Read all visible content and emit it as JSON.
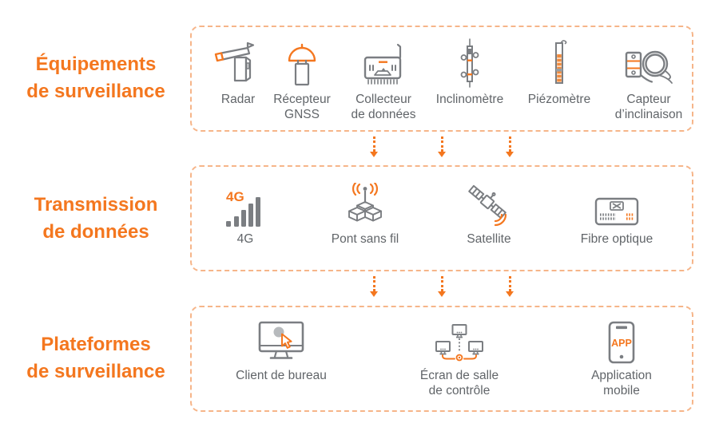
{
  "colors": {
    "accent_orange": "#F4771F",
    "box_dash_border": "#F6B589",
    "icon_gray": "#7B7E82",
    "label_gray": "#616569"
  },
  "sections": [
    {
      "title_line1": "Équipements",
      "title_line2": "de surveillance",
      "items": [
        {
          "icon": "radar-icon",
          "label_lines": [
            "Radar"
          ]
        },
        {
          "icon": "gnss-receiver-icon",
          "label_lines": [
            "Récepteur",
            "GNSS"
          ]
        },
        {
          "icon": "data-collector-icon",
          "label_lines": [
            "Collecteur",
            "de données"
          ]
        },
        {
          "icon": "inclinometer-icon",
          "label_lines": [
            "Inclinomètre"
          ]
        },
        {
          "icon": "piezometer-icon",
          "label_lines": [
            "Piézomètre"
          ]
        },
        {
          "icon": "tilt-sensor-icon",
          "label_lines": [
            "Capteur",
            "d’inclinaison"
          ]
        }
      ]
    },
    {
      "title_line1": "Transmission",
      "title_line2": "de données",
      "items": [
        {
          "icon": "4g-signal-icon",
          "icon_text": "4G",
          "label_lines": [
            "4G"
          ]
        },
        {
          "icon": "wireless-bridge-icon",
          "label_lines": [
            "Pont sans fil"
          ]
        },
        {
          "icon": "satellite-icon",
          "label_lines": [
            "Satellite"
          ]
        },
        {
          "icon": "fiber-optic-icon",
          "label_lines": [
            "Fibre optique"
          ]
        }
      ]
    },
    {
      "title_line1": "Plateformes",
      "title_line2": "de surveillance",
      "items": [
        {
          "icon": "desktop-client-icon",
          "label_lines": [
            "Client de bureau"
          ]
        },
        {
          "icon": "control-room-screen-icon",
          "label_lines": [
            "Écran de salle",
            "de contrôle"
          ]
        },
        {
          "icon": "mobile-app-icon",
          "icon_text": "APP",
          "label_lines": [
            "Application",
            "mobile"
          ]
        }
      ]
    }
  ]
}
